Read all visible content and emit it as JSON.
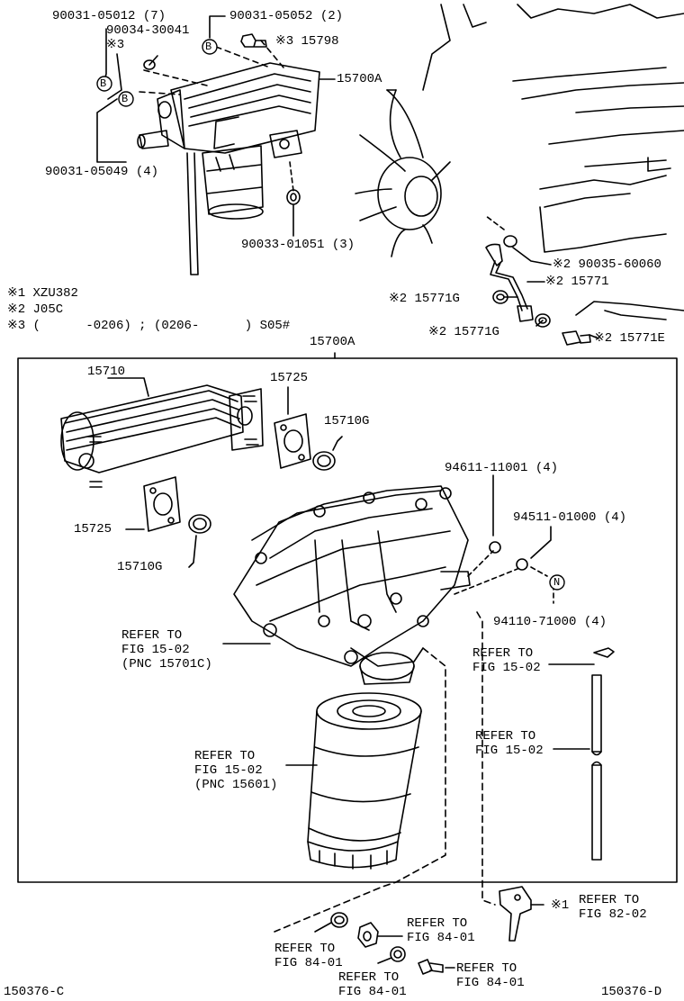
{
  "top_labels": {
    "p1": "90031-05012 (7)",
    "p2": "90034-30041",
    "p2_note": "※3",
    "p3": "90031-05052 (2)",
    "p4": "※3 15798",
    "p5": "15700A",
    "p6": "90031-05049 (4)",
    "p7": "90033-01051 (3)",
    "p8": "※2 90035-60060",
    "p9": "※2 15771",
    "p10": "※2 15771G",
    "p11": "※2 15771G",
    "p12": "※2 15771E",
    "badge_b": "B"
  },
  "notes": {
    "n1": "※1 XZU382",
    "n2": "※2 J05C",
    "n3": "※3 (      -0206) ; (0206-      ) S05#"
  },
  "box_title": "15700A",
  "box_labels": {
    "b1": "15710",
    "b2": "15725",
    "b3": "15710G",
    "b4": "15725",
    "b5": "15710G",
    "b6": "94611-11001 (4)",
    "b7": "94511-01000 (4)",
    "b8": "94110-71000 (4)",
    "badge_n": "N"
  },
  "refers": {
    "r1": "REFER TO\nFIG 15-02\n(PNC 15701C)",
    "r2": "REFER TO\nFIG 15-02",
    "r3": "REFER TO\nFIG 15-02",
    "r4": "REFER TO\nFIG 15-02\n(PNC 15601)"
  },
  "bottom_refers": {
    "r5": "REFER TO\nFIG 82-02",
    "r5_note": "※1",
    "r6": "REFER TO\nFIG 84-01",
    "r7": "REFER TO\nFIG 84-01",
    "r8": "REFER TO\nFIG 84-01",
    "r9": "REFER TO\nFIG 84-01"
  },
  "footer": {
    "left": "150376-C",
    "right": "150376-D"
  }
}
